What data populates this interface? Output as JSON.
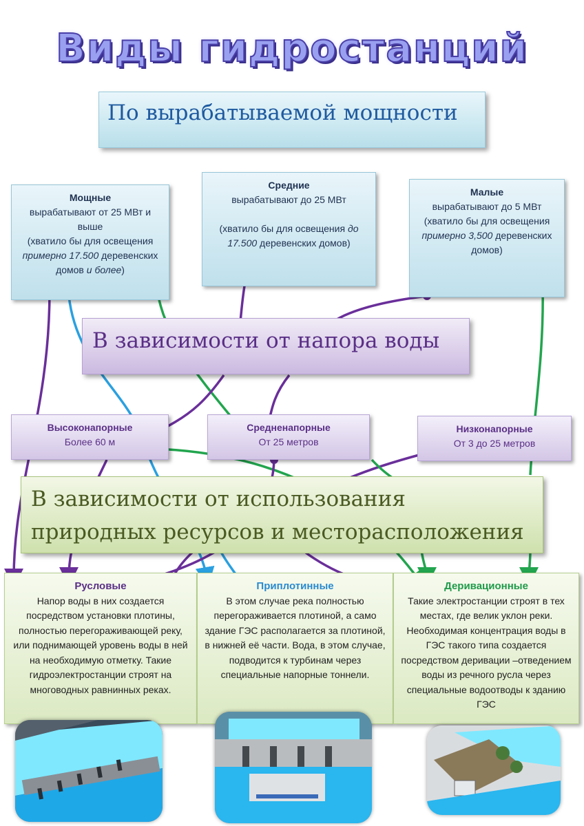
{
  "title": "Виды гидростанций",
  "sections": {
    "power": "По вырабатываемой мощности",
    "head": "В зависимости от напора воды",
    "resources_line1": "В зависимости от использования",
    "resources_line2": "природных ресурсов и месторасположения"
  },
  "power_boxes": {
    "strong": {
      "title": "Мощные",
      "line1": "вырабатывают от 25 МВт и выше",
      "line2_pre": "(хватило бы для освещения ",
      "line2_em": "примерно 17.500",
      "line2_mid": " деревенских домов ",
      "line2_em2": "и более",
      "line2_post": ")"
    },
    "medium": {
      "title": "Средние",
      "line1": "вырабатывают до 25 МВт",
      "line2_pre": "(хватило бы для освещения ",
      "line2_em": "до 17.500",
      "line2_post": " деревенских домов)"
    },
    "small": {
      "title": "Малые",
      "line1": "вырабатывают до 5 МВт",
      "line2_pre": "(хватило бы для освещения ",
      "line2_em": "примерно 3,500",
      "line2_post": " деревенских домов)"
    }
  },
  "head_boxes": {
    "high": {
      "title": "Высоконапорные",
      "desc": "Более 60 м"
    },
    "mid": {
      "title": "Средненапорные",
      "desc": "От 25 метров"
    },
    "low": {
      "title": "Низконапорные",
      "desc": "От 3 до 25 метров"
    }
  },
  "type_boxes": {
    "river": {
      "title": "Русловые",
      "text": "Напор воды в них создается посредством установки плотины, полностью перегораживающей реку, или поднимающей уровень воды в ней на необходимую отметку. Такие гидроэлектростанции строят на многоводных равнинных реках."
    },
    "dam": {
      "title": "Приплотинные",
      "text": "В этом случае река полностью перегораживается плотиной, а само здание ГЭС располагается за плотиной, в нижней её части. Вода, в этом случае, подводится к турбинам через специальные напорные тоннели."
    },
    "derivation": {
      "title": "Деривационные",
      "text": "Такие электростанции строят в тех местах, где велик уклон реки. Необходимая концентрация воды в ГЭС такого типа создается посредством деривации –отведением воды из речного русла через специальные водоотводы к зданию ГЭС"
    }
  },
  "colors": {
    "purple": "#6a2f9a",
    "blue": "#2aa0e0",
    "green": "#22a54e"
  }
}
